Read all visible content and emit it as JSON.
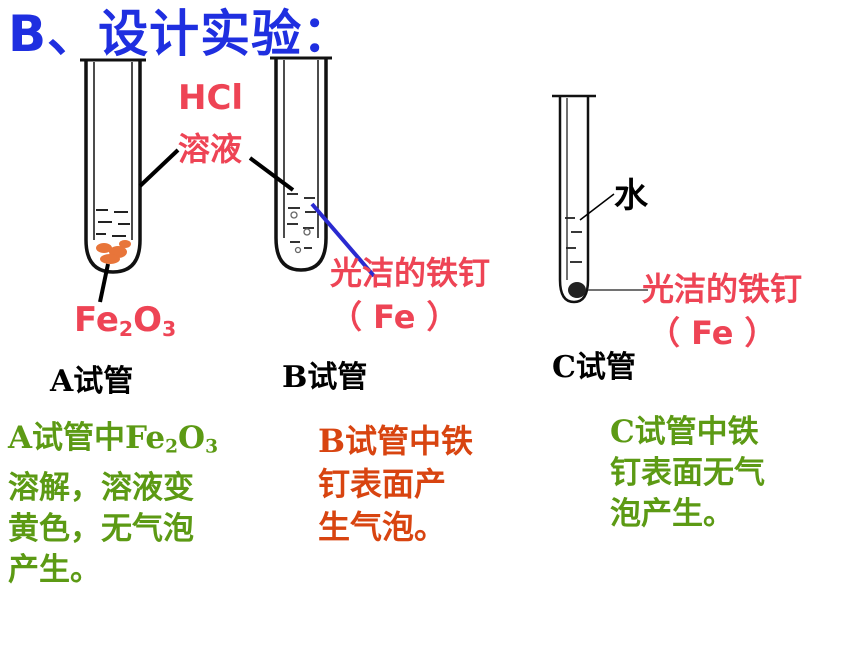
{
  "title": "B、设计实验：",
  "labels": {
    "hcl": "HCl",
    "solution": "溶液",
    "fe2o3_main": "Fe",
    "fe2o3_sub1": "2",
    "fe2o3_o": "O",
    "fe2o3_sub2": "3",
    "nail_b": "光洁的铁钉",
    "fe_b": "（ Fe ）",
    "water": "水",
    "nail_c": "光洁的铁钉",
    "fe_c": "（ Fe ）"
  },
  "tubes": {
    "a": "A试管",
    "b": "B试管",
    "c": "C试管"
  },
  "observations": {
    "a": {
      "line1_prefix": "A试管中Fe",
      "line1_sub1": "2",
      "line1_o": "O",
      "line1_sub2": "3",
      "line2": "溶解，溶液变",
      "line3": "黄色，无气泡",
      "line4": "产生。"
    },
    "b": {
      "line1": "B试管中铁",
      "line2": "钉表面产",
      "line3": "生气泡。"
    },
    "c": {
      "line1": "C试管中铁",
      "line2": "钉表面无气",
      "line3": "泡产生。"
    }
  },
  "colors": {
    "title": "#1f2fe0",
    "label_red": "#ee4455",
    "obs_green": "#5c9a14",
    "obs_orange": "#d84410",
    "pointer_blue": "#2a2ad0"
  }
}
